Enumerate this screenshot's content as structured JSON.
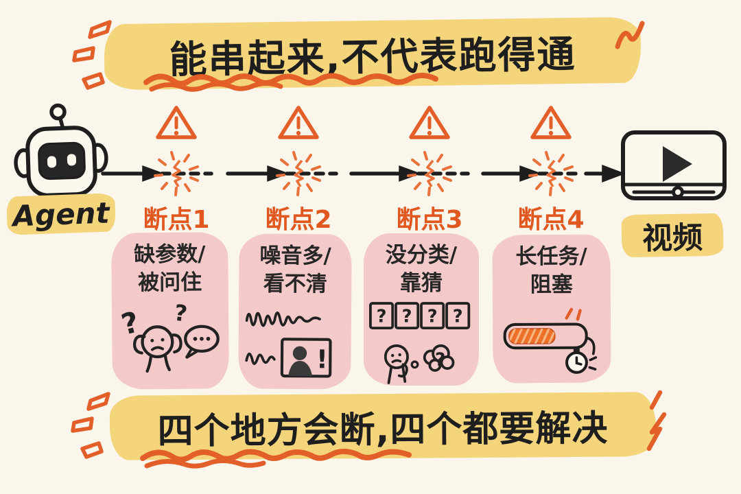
{
  "title_top": "能串起来,不代表跑得通",
  "title_bottom": "四个地方会断,四个都要解决",
  "agent_label": "Agent",
  "output_label": "视频",
  "breakpoints": [
    {
      "label": "断点1",
      "issue_line1": "缺参数/",
      "issue_line2": "被问住",
      "icons": [
        "confused-person-icon",
        "question-marks",
        "speech-bubble-icon"
      ]
    },
    {
      "label": "断点2",
      "issue_line1": "噪音多/",
      "issue_line2": "看不清",
      "icons": [
        "noise-waveform-icon",
        "blurry-video-icon"
      ]
    },
    {
      "label": "断点3",
      "issue_line1": "没分类/",
      "issue_line2": "靠猜",
      "icons": [
        "question-boxes-icon",
        "thinking-person-icon"
      ]
    },
    {
      "label": "断点4",
      "issue_line1": "长任务/",
      "issue_line2": "阻塞",
      "icons": [
        "progress-bar-icon",
        "stopwatch-icon"
      ]
    }
  ],
  "glyphs": {
    "question": "?",
    "exclamation": "!"
  },
  "colors": {
    "background": "#FAF6EB",
    "highlight_yellow": "#F4D57B",
    "accent_orange": "#E25F2A",
    "breakpoint_label_orange": "#E0571F",
    "card_pink": "#F4C9C9",
    "progress_fill_orange": "#ED7029",
    "ink": "#1E1E1E"
  }
}
